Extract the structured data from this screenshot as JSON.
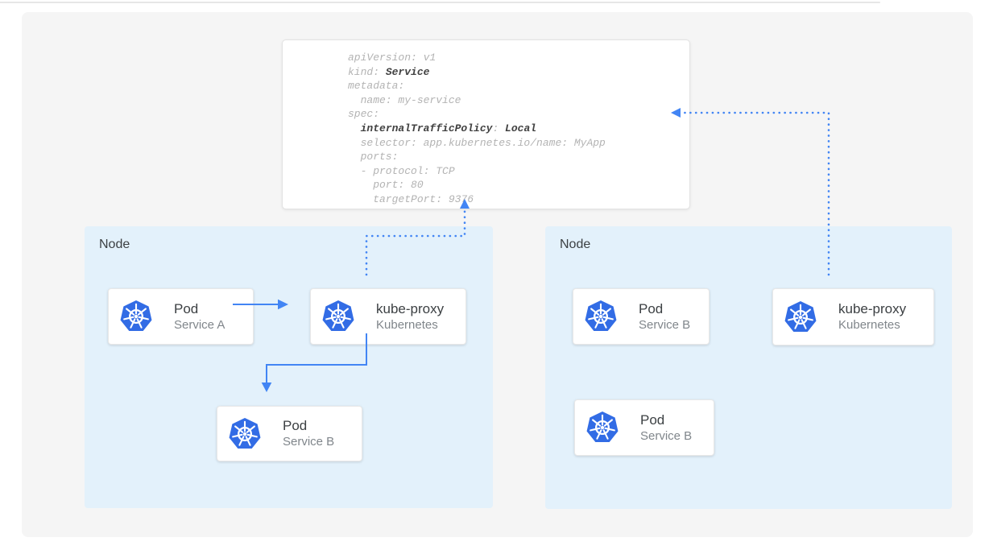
{
  "colors": {
    "accent_blue": "#4285F4",
    "kubernetes_blue": "#326CE5",
    "node_background": "#E3F1FB",
    "canvas_background": "#F5F5F5"
  },
  "yaml_card": {
    "l1": "apiVersion: v1",
    "l2_key": "kind: ",
    "l2_bold": "Service",
    "l3": "metadata:",
    "l4": "  name: my-service",
    "l5": "spec:",
    "l6_pre": "  ",
    "l6_bold_key": "internalTrafficPolicy",
    "l6_sep": ": ",
    "l6_bold_val": "Local",
    "l7": "  selector: app.kubernetes.io/name: MyApp",
    "l8": "  ports:",
    "l9": "  - protocol: TCP",
    "l10": "    port: 80",
    "l11": "    targetPort: 9376"
  },
  "nodes": [
    {
      "label": "Node",
      "cards": [
        {
          "title": "Pod",
          "subtitle": "Service A",
          "icon": "kubernetes-icon"
        },
        {
          "title": "kube-proxy",
          "subtitle": "Kubernetes",
          "icon": "kubernetes-icon"
        },
        {
          "title": "Pod",
          "subtitle": "Service B",
          "icon": "kubernetes-icon"
        }
      ]
    },
    {
      "label": "Node",
      "cards": [
        {
          "title": "Pod",
          "subtitle": "Service B",
          "icon": "kubernetes-icon"
        },
        {
          "title": "kube-proxy",
          "subtitle": "Kubernetes",
          "icon": "kubernetes-icon"
        },
        {
          "title": "Pod",
          "subtitle": "Service B",
          "icon": "kubernetes-icon"
        }
      ]
    }
  ]
}
